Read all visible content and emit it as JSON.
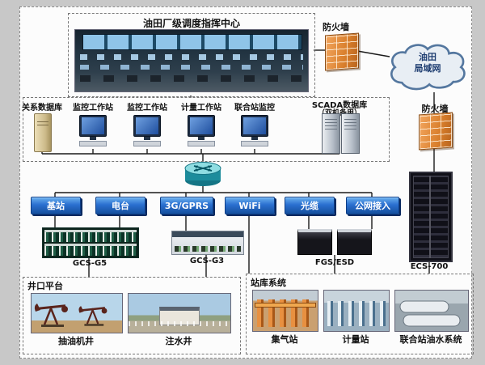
{
  "colors": {
    "link_box_blue": "#1a5fb8",
    "firewall_orange": "#d97f2c",
    "wire_black": "#1a1a1a",
    "cloud_fill": "#e8eef4"
  },
  "header": {
    "control_center_title": "油田厂级调度指挥中心",
    "firewall_top_label": "防火墙",
    "firewall_right_label": "防火墙",
    "cloud_line1": "油田",
    "cloud_line2": "局域网"
  },
  "workstation_row": {
    "labels": [
      "关系数据库",
      "监控工作站",
      "监控工作站",
      "计量工作站",
      "联合站监控"
    ],
    "scada_line1": "SCADA数据库",
    "scada_line2": "（双机备用）"
  },
  "comm_links": [
    {
      "label": "基站"
    },
    {
      "label": "电台"
    },
    {
      "label": "3G/GPRS"
    },
    {
      "label": "WiFi"
    },
    {
      "label": "光缆"
    },
    {
      "label": "公网接入"
    }
  ],
  "devices": [
    {
      "label": "GCS-G5"
    },
    {
      "label": "GCS-G3"
    },
    {
      "label": "FGS/ESD"
    },
    {
      "label": "ECS-700"
    }
  ],
  "wellhead_section": {
    "title": "井口平台",
    "items": [
      {
        "label": "抽油机井"
      },
      {
        "label": "注水井"
      }
    ]
  },
  "station_section": {
    "title": "站库系统",
    "items": [
      {
        "label": "集气站"
      },
      {
        "label": "计量站"
      },
      {
        "label": "联合站油水系统"
      }
    ]
  }
}
